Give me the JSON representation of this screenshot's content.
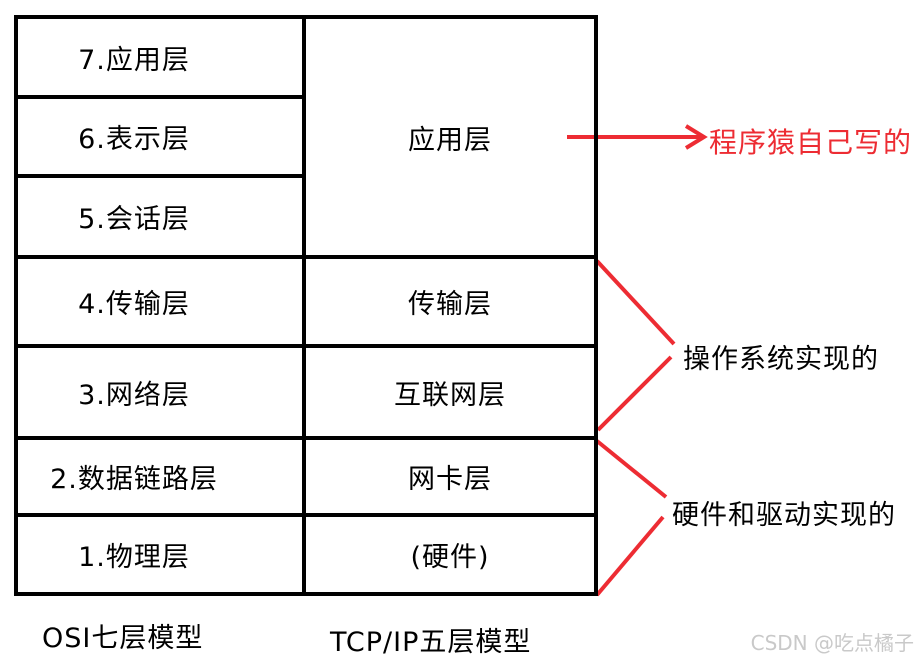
{
  "osi": {
    "caption": "OSI七层模型",
    "layers": [
      "7.应用层",
      "6.表示层",
      "5.会话层",
      "4.传输层",
      "3.网络层",
      "2.数据链路层",
      "1.物理层"
    ]
  },
  "tcpip": {
    "caption": "TCP/IP五层模型",
    "layers": [
      "应用层",
      "传输层",
      "互联网层",
      "网卡层",
      "(硬件)"
    ]
  },
  "annotations": {
    "app": "程序猿自己写的",
    "os": "操作系统实现的",
    "hw": "硬件和驱动实现的"
  },
  "watermark": "CSDN @吃点橘子",
  "colors": {
    "annotation_red": "#ed2c33",
    "line_black": "#000000",
    "watermark_gray": "#c9c9c9"
  }
}
